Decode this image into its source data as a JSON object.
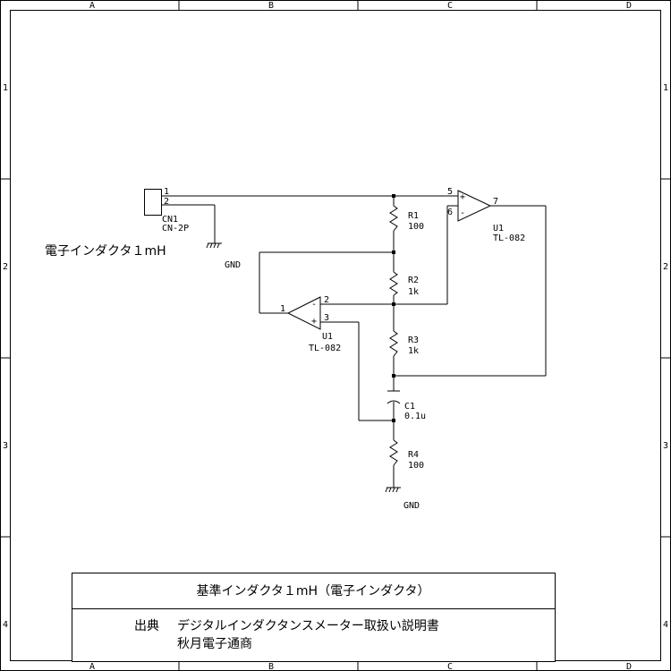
{
  "frame": {
    "columns": [
      "A",
      "B",
      "C",
      "D"
    ],
    "rows": [
      "1",
      "2",
      "3",
      "4"
    ]
  },
  "connector": {
    "ref": "CN1",
    "value": "CN-2P",
    "pin1": "1",
    "pin2": "2"
  },
  "caption": "電子インダクタ１mH",
  "opamp_top": {
    "ref": "U1",
    "value": "TL-082",
    "pin_in_plus": "5",
    "pin_in_minus": "6",
    "pin_out": "7",
    "plus_sign": "+",
    "minus_sign": "-"
  },
  "opamp_bottom": {
    "ref": "U1",
    "value": "TL-082",
    "pin_in_minus": "2",
    "pin_in_plus": "3",
    "pin_out": "1",
    "plus_sign": "+",
    "minus_sign": "-"
  },
  "resistors": [
    {
      "ref": "R1",
      "value": "100"
    },
    {
      "ref": "R2",
      "value": "1k"
    },
    {
      "ref": "R3",
      "value": "1k"
    },
    {
      "ref": "R4",
      "value": "100"
    }
  ],
  "capacitor": {
    "ref": "C1",
    "value": "0.1u"
  },
  "grounds": [
    "GND",
    "GND"
  ],
  "title_block": {
    "title": "基準インダクタ１mH（電子インダクタ）",
    "source_label": "出典",
    "source_line1": "デジタルインダクタンスメーター取扱い説明書",
    "source_line2": "秋月電子通商"
  }
}
